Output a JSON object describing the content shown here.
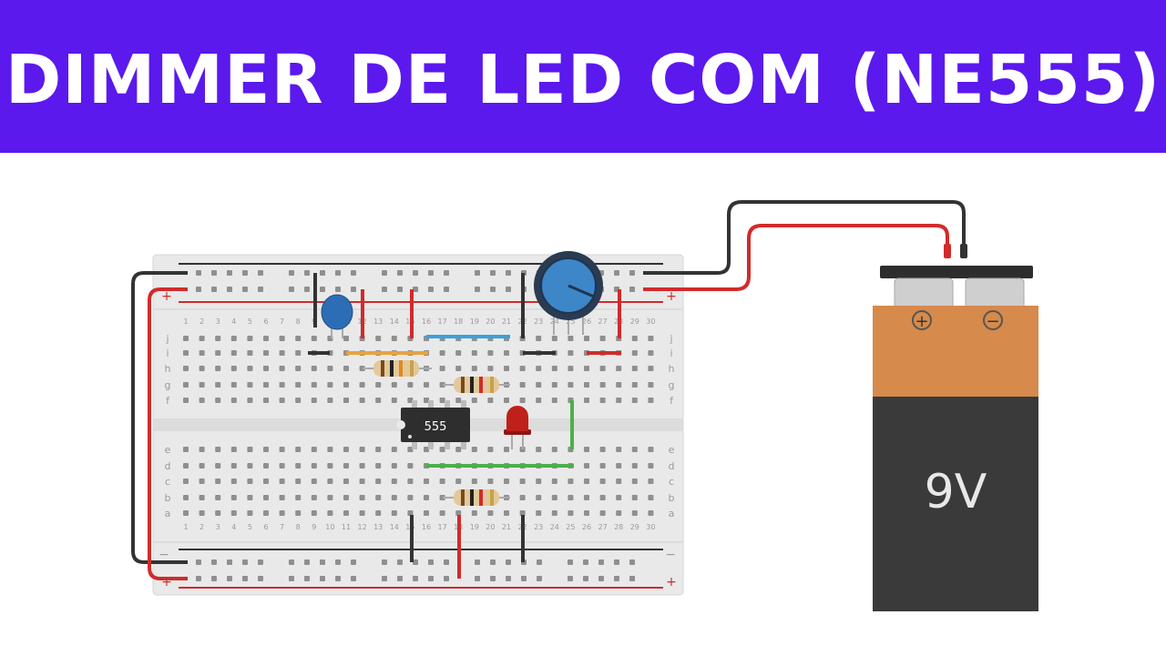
{
  "header": {
    "title": "DIMMER DE LED COM (NE555)",
    "background_color": "#5b19ee",
    "text_color": "#ffffff"
  },
  "breadboard": {
    "column_numbers": [
      "1",
      "2",
      "3",
      "4",
      "5",
      "6",
      "7",
      "8",
      "9",
      "10",
      "11",
      "12",
      "13",
      "14",
      "15",
      "16",
      "17",
      "18",
      "19",
      "20",
      "21",
      "22",
      "23",
      "24",
      "25",
      "26",
      "27",
      "28",
      "29",
      "30"
    ],
    "row_letters_top": [
      "j",
      "i",
      "h",
      "g",
      "f"
    ],
    "row_letters_bottom": [
      "e",
      "d",
      "c",
      "b",
      "a"
    ],
    "rail_plus": "+",
    "rail_minus": "−"
  },
  "components": {
    "ic_label": "555",
    "led_color": "#c0201a",
    "capacitor_color": "#2c6db5",
    "potentiometer_color": "#3d86c8"
  },
  "battery": {
    "label": "9V",
    "plus_symbol": "+",
    "minus_symbol": "−",
    "top_color": "#d68a4b",
    "body_color": "#3a3a3a"
  },
  "wires": {
    "red": "#d12b2b",
    "black": "#333333",
    "orange": "#e8a33d",
    "blue": "#3aa0dc",
    "green": "#4cb04a"
  }
}
